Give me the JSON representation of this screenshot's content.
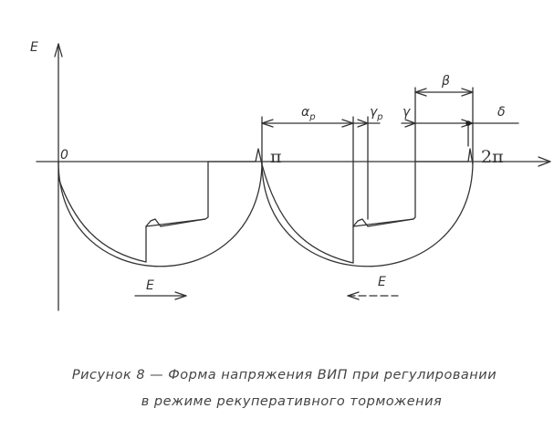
{
  "diagram": {
    "axis_y_label": "E",
    "origin_label": "0",
    "pi_label": "π",
    "two_pi_label": "2π",
    "alpha_label": "α",
    "alpha_sub": "p",
    "gamma_p_label": "γ",
    "gamma_p_sub": "p",
    "gamma_label": "γ",
    "beta_label": "β",
    "delta_label": "δ",
    "e_arrow_left_label": "E",
    "e_arrow_right_label": "E"
  },
  "caption": {
    "line1": "Рисунок  8  —  Форма напряжения ВИП при регулировании",
    "line2": "в режиме рекуперативного торможения"
  }
}
